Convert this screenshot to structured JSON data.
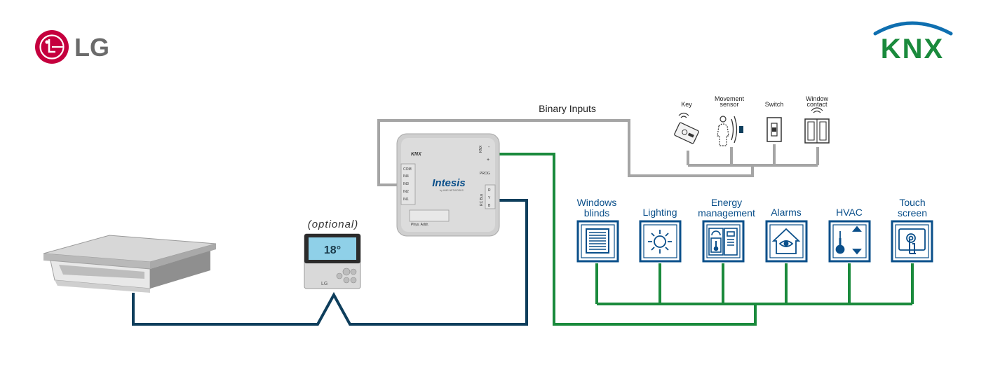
{
  "brands": {
    "left": {
      "logo_text": "LG",
      "emblem_icon": "lg-face-logo-icon"
    },
    "right": {
      "logo_text": "KNX",
      "arc_icon": "knx-arc-icon"
    }
  },
  "colors": {
    "bus_dark": "#0e3e5c",
    "knx_green": "#1a8a3c",
    "binary_gray": "#a5a5a5",
    "tile_blue": "#0a4f8a",
    "lg_red": "#c5003e",
    "knx_blue": "#0f6fb0"
  },
  "gateway": {
    "brand": "Intesis",
    "byline": "by HMS NETWORKS",
    "knx_badge": "KNX",
    "port_knx": "KNX",
    "knx_minus": "-",
    "knx_plus": "+",
    "prog": "PROG",
    "rc_bus": "RC Bus",
    "rc_r": "R",
    "rc_y": "Y",
    "rc_b": "B",
    "inputs": [
      "COM",
      "IN4",
      "IN3",
      "IN2",
      "IN1"
    ],
    "phys_addr": "Phys. Addr."
  },
  "remote": {
    "label": "(optional)",
    "brand": "LG"
  },
  "binary_inputs": {
    "title": "Binary Inputs",
    "devices": [
      {
        "label": "Key",
        "icon": "key-card-icon"
      },
      {
        "label_line1": "Movement",
        "label_line2": "sensor",
        "icon": "movement-sensor-icon"
      },
      {
        "label": "Switch",
        "icon": "wall-switch-icon"
      },
      {
        "label_line1": "Window",
        "label_line2": "contact",
        "icon": "window-contact-icon"
      }
    ]
  },
  "knx_devices": [
    {
      "line1": "Windows",
      "line2": "blinds",
      "icon": "window-blinds-icon"
    },
    {
      "line1": "Lighting",
      "line2": "",
      "icon": "lighting-icon"
    },
    {
      "line1": "Energy",
      "line2": "management",
      "icon": "energy-management-icon"
    },
    {
      "line1": "Alarms",
      "line2": "",
      "icon": "alarm-house-icon"
    },
    {
      "line1": "HVAC",
      "line2": "",
      "icon": "hvac-thermometer-icon"
    },
    {
      "line1": "Touch",
      "line2": "screen",
      "icon": "touch-screen-icon"
    }
  ],
  "indoor_unit": {
    "icon": "ducted-ac-unit-icon"
  }
}
